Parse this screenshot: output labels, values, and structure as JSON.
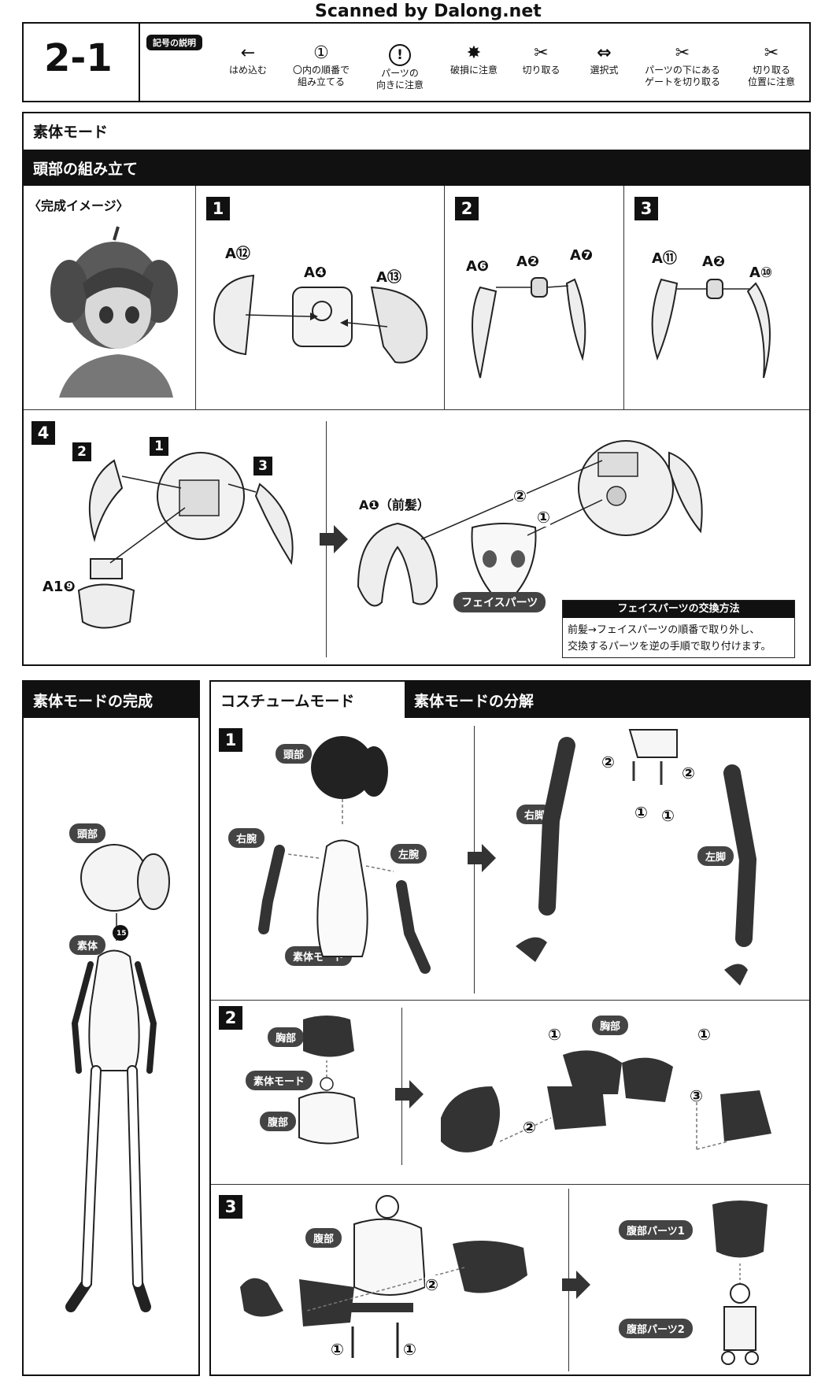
{
  "watermark": "Scanned by Dalong.net",
  "page_number": "2-1",
  "legend": {
    "title": "記号の説明",
    "items": [
      {
        "icon": "arrow-left-icon",
        "glyph": "←",
        "line1": "はめ込む",
        "line2": ""
      },
      {
        "icon": "circled-one-icon",
        "glyph": "①",
        "line1": "〇内の順番で",
        "line2": "組み立てる"
      },
      {
        "icon": "exclamation-icon",
        "glyph": "!",
        "line1": "パーツの",
        "line2": "向きに注意"
      },
      {
        "icon": "breakage-icon",
        "glyph": "✸",
        "line1": "破損に注意",
        "line2": ""
      },
      {
        "icon": "cut-icon",
        "glyph": "✂",
        "line1": "切り取る",
        "line2": ""
      },
      {
        "icon": "choice-icon",
        "glyph": "⇔",
        "line1": "選択式",
        "line2": ""
      },
      {
        "icon": "gate-cut-icon",
        "glyph": "✂",
        "line1": "パーツの下にある",
        "line2": "ゲートを切り取る"
      },
      {
        "icon": "cut-position-icon",
        "glyph": "✂",
        "line1": "切り取る",
        "line2": "位置に注意"
      }
    ]
  },
  "body_mode": {
    "title": "素体モード",
    "head_section": {
      "title": "頭部の組み立て",
      "complete_image": "〈完成イメージ〉",
      "step1": {
        "num": "1",
        "parts": [
          "A⑫",
          "A❹",
          "A⑬"
        ]
      },
      "step2": {
        "num": "2",
        "parts": [
          "A❻",
          "A❷",
          "A❼"
        ]
      },
      "step3": {
        "num": "3",
        "parts": [
          "A⑪",
          "A❷",
          "A⑩"
        ]
      },
      "step4": {
        "num": "4",
        "refs": [
          "2",
          "1",
          "3"
        ],
        "part_a19": "A1❾",
        "part_a1": "A❶（前髪）",
        "face_parts": "フェイスパーツ",
        "order1": "①",
        "order2": "②",
        "info_title": "フェイスパーツの交換方法",
        "info_line1": "前髪→フェイスパーツの順番で取り外し、",
        "info_line2": "交換するパーツを逆の手順で取り付けます。"
      }
    },
    "complete": {
      "title": "素体モードの完成",
      "head": "頭部",
      "body": "素体",
      "peg": "15"
    }
  },
  "costume_mode": {
    "title": "コスチュームモード",
    "subtitle": "素体モードの分解",
    "step1": {
      "num": "1",
      "head": "頭部",
      "right_arm": "右腕",
      "left_arm": "左腕",
      "body_mode": "素体モード",
      "right_leg": "右脚",
      "left_leg": "左脚",
      "o1": "①",
      "o2": "②"
    },
    "step2": {
      "num": "2",
      "chest": "胸部",
      "body_mode": "素体モード",
      "abdomen": "腹部",
      "chest2": "胸部",
      "o1": "①",
      "o2": "②",
      "o3": "③"
    },
    "step3": {
      "num": "3",
      "abdomen": "腹部",
      "part1": "腹部パーツ1",
      "part2": "腹部パーツ2",
      "o1": "①",
      "o2": "②"
    }
  }
}
